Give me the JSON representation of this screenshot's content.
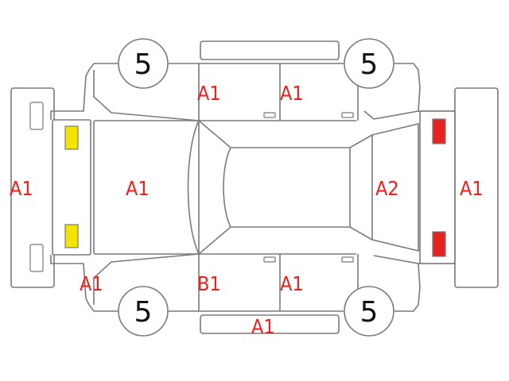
{
  "grades": {
    "front_bumper": "A1",
    "hood": "A1",
    "roof": "",
    "rear_glass": "A2",
    "rear_bumper": "A1",
    "left_front_door": "A1",
    "left_rear_door": "A1",
    "right_front_door": "B1",
    "right_rear_door": "A1",
    "right_front_fender": "A1",
    "right_rocker": "A1"
  },
  "tyres": {
    "front_left": "5",
    "rear_left": "5",
    "front_right": "5",
    "rear_right": "5"
  },
  "lights": {
    "front": "#f5e400",
    "rear": "#e8231f"
  }
}
